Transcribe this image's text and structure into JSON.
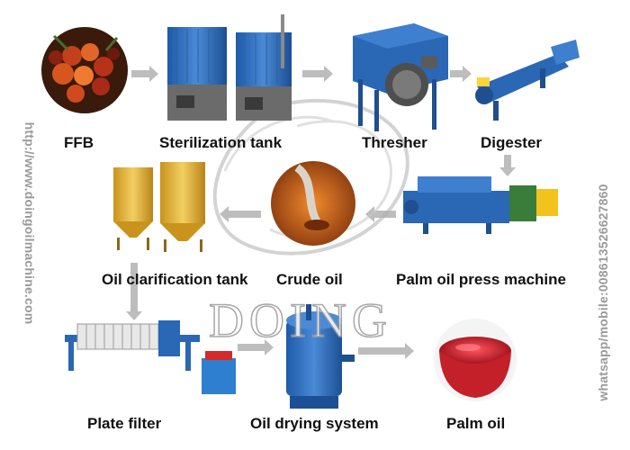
{
  "steps": {
    "ffb": "FFB",
    "sterilization": "Sterilization tank",
    "thresher": "Thresher",
    "digester": "Digester",
    "clarification": "Oil clarification tank",
    "crude": "Crude oil",
    "press": "Palm oil press machine",
    "plate_filter": "Plate filter",
    "drying": "Oil drying system",
    "palm_oil": "Palm oil"
  },
  "side_text": {
    "left": "http://www.doingoilmachine.com",
    "right": "whatsapp/mobile:008613526627860"
  },
  "watermark": "DOING",
  "colors": {
    "arrow": "#bdbdbd",
    "machine_blue": "#2a67b5",
    "tank_yellow": "#e6b43a",
    "oil_red": "#c4202a"
  }
}
